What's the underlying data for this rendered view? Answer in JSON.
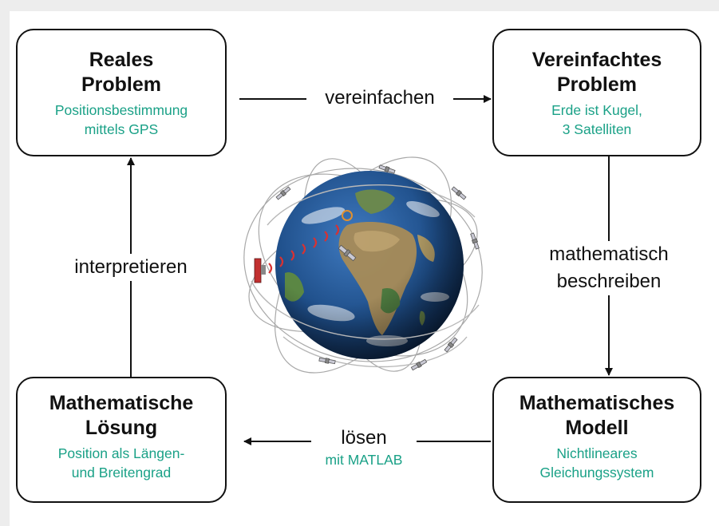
{
  "nodes": {
    "real": {
      "title": "Reales\nProblem",
      "subtitle": "Positionsbestimmung\nmittels GPS"
    },
    "simplified": {
      "title": "Vereinfachtes\nProblem",
      "subtitle": "Erde ist Kugel,\n3 Satelliten"
    },
    "solution": {
      "title": "Mathematische\nLösung",
      "subtitle": "Position als Längen-\nund Breitengrad"
    },
    "model": {
      "title": "Mathematisches\nModell",
      "subtitle": "Nichtlineares\nGleichungssystem"
    }
  },
  "edges": {
    "simplify": "vereinfachen",
    "describe": "mathematisch\nbeschreiben",
    "solve": "lösen",
    "solve_tool": "mit MATLAB",
    "interpret": "interpretieren"
  },
  "colors": {
    "subtitle": "#1aa187",
    "border": "#111111",
    "ocean": "#1f4f8a",
    "land": "#8a7a4a",
    "signal": "#d83232"
  },
  "illustration": "globe-with-satellites-icon"
}
